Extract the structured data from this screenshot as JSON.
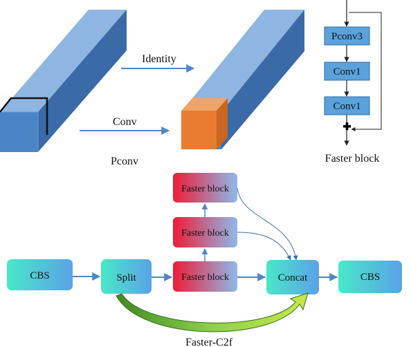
{
  "pconv": {
    "identity_label": "Identity",
    "conv_label": "Conv",
    "caption": "Pconv"
  },
  "faster_block_diagram": {
    "layers": [
      "Pconv3",
      "Conv1",
      "Conv1"
    ],
    "caption": "Faster block"
  },
  "faster_c2f": {
    "input_label": "CBS",
    "split_label": "Split",
    "blocks": [
      "Faster block",
      "Faster block",
      "Faster block"
    ],
    "concat_label": "Concat",
    "output_label": "CBS",
    "caption": "Faster-C2f"
  },
  "colors": {
    "prism_front": "#4a86c6",
    "prism_top": "#8fb6e2",
    "prism_side": "#3a6aa8",
    "cube_front": "#e87d30",
    "cube_top": "#f0a46a",
    "cube_side": "#c9661f",
    "arrow": "#4f86c6",
    "layer_box": "#5aa2dc",
    "teal_start": "#48e8c8",
    "teal_end": "#5aa2e6",
    "red_start": "#ee1c36",
    "red_end": "#8eb9ea",
    "curve_green": "#5ea43a"
  }
}
